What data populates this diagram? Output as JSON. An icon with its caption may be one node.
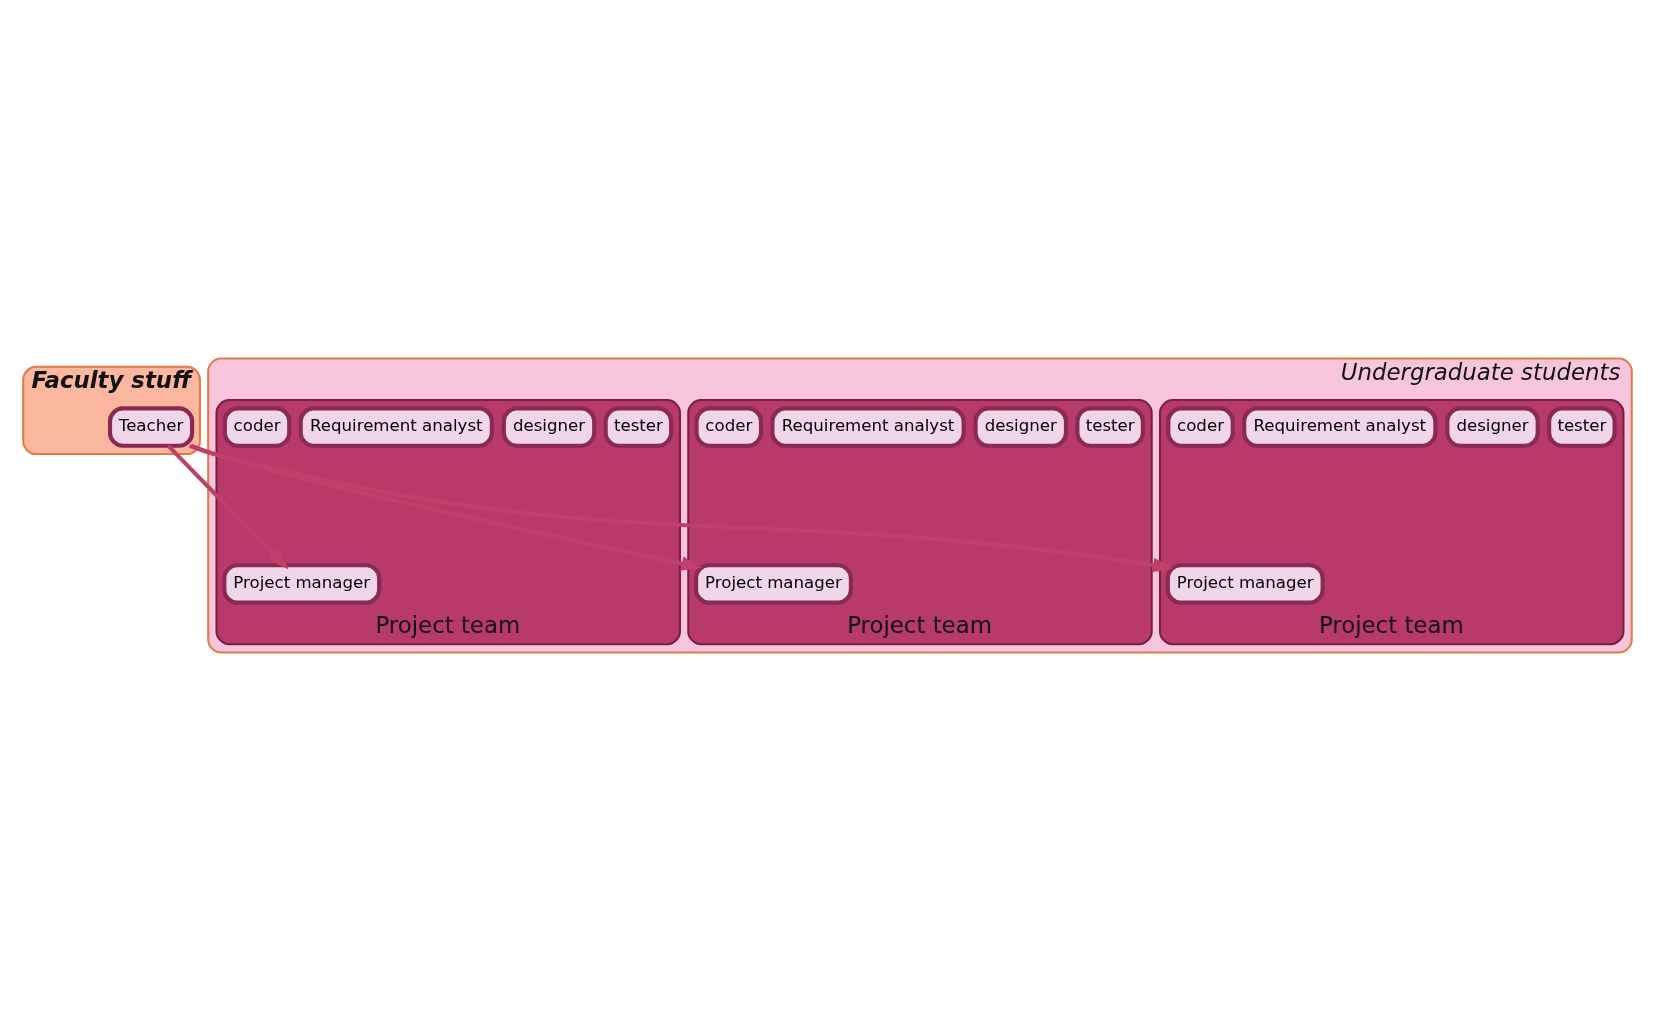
{
  "diagram": {
    "nodes": [
      {
        "text": [
          "Faculty stuff"
        ]
      },
      {
        "text": [
          "Teacher"
        ],
        "in": 0
      },
      {
        "text": [
          "Undergraduate students"
        ]
      },
      {
        "text": [
          "Project team"
        ],
        "in": 2
      },
      {
        "text": [
          "Project manager"
        ],
        "in": 3
      },
      {
        "text": [
          "tester"
        ],
        "in": 3
      },
      {
        "text": [
          "designer"
        ],
        "in": 3
      },
      {
        "text": [
          "Requirement analyst"
        ],
        "in": 3
      },
      {
        "text": [
          "coder"
        ],
        "in": 3
      },
      {
        "text": [
          "Project team"
        ],
        "in": 2
      },
      {
        "text": [
          "Project manager"
        ],
        "in": 9
      },
      {
        "text": [
          "tester"
        ],
        "in": 9
      },
      {
        "text": [
          "designer"
        ],
        "in": 9
      },
      {
        "text": [
          "Requirement analyst"
        ],
        "in": 9
      },
      {
        "text": [
          "coder"
        ],
        "in": 9
      },
      {
        "text": [
          "Project team"
        ],
        "in": 2
      },
      {
        "text": [
          "Project manager"
        ],
        "in": 15
      },
      {
        "text": [
          "tester"
        ],
        "in": 15
      },
      {
        "text": [
          "designer"
        ],
        "in": 15
      },
      {
        "text": [
          "Requirement analyst"
        ],
        "in": 15
      },
      {
        "text": [
          "coder"
        ],
        "in": 15
      }
    ],
    "edges": [
      {
        "from": 1,
        "to": 4,
        "arrow": "to"
      },
      {
        "from": 1,
        "to": 10,
        "arrow": "to"
      },
      {
        "from": 1,
        "to": 16,
        "arrow": "to"
      }
    ]
  }
}
